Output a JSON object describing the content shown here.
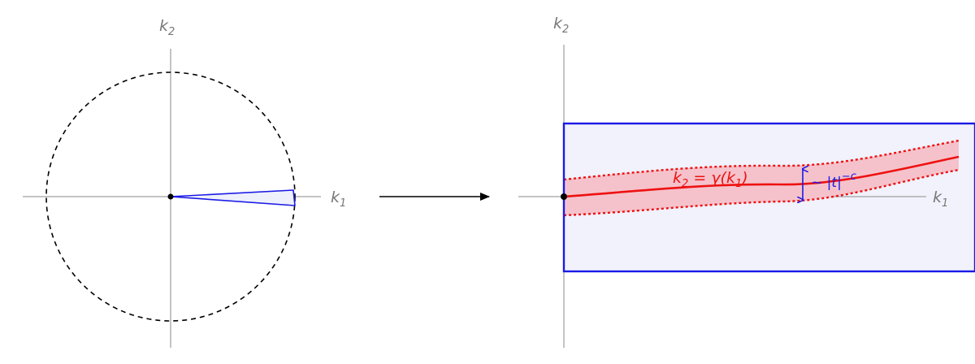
{
  "left_panel": {
    "axis_x_label": {
      "base": "k",
      "sub": "1"
    },
    "axis_y_label": {
      "base": "k",
      "sub": "2"
    }
  },
  "right_panel": {
    "axis_x_label": {
      "base": "k",
      "sub": "1"
    },
    "axis_y_label": {
      "base": "k",
      "sub": "2"
    },
    "curve_label": {
      "lhs": "k",
      "lhs_sub": "2",
      "eq": " = γ(k",
      "rhs_sub": "1",
      "close": ")"
    },
    "width_label": {
      "prefix": "~ |",
      "var": "t",
      "suffix": "|",
      "exp": "−c"
    }
  },
  "colors": {
    "axis": "#8a8a8a",
    "circle": "#000000",
    "wedge_stroke": "#1a1ae6",
    "wedge_fill": "#eef0fb",
    "band_fill": "#f5c2cb",
    "curve": "#ee1111",
    "arrow": "#000000",
    "width_arrow": "#1a1ae6"
  }
}
